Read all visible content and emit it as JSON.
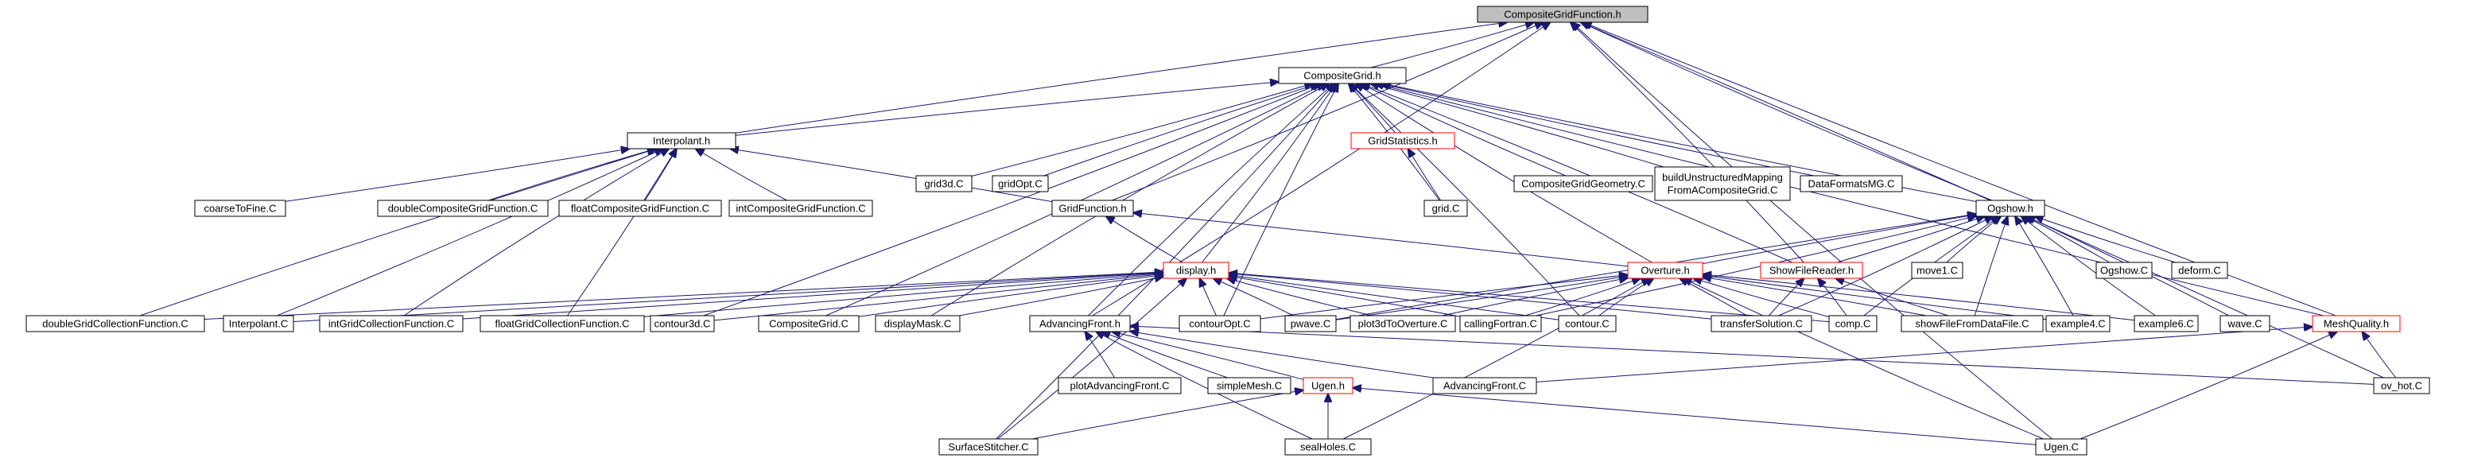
{
  "diagram": {
    "type": "include-dependency-graph",
    "colors": {
      "edge": "#191970",
      "root_fill": "#bfbfbf",
      "truncated_border": "#ff0000"
    },
    "nodes": [
      {
        "id": "cgf_h",
        "label": [
          "CompositeGridFunction.h"
        ],
        "style": "root"
      },
      {
        "id": "cg_h",
        "label": [
          "CompositeGrid.h"
        ]
      },
      {
        "id": "interp_h",
        "label": [
          "Interpolant.h"
        ]
      },
      {
        "id": "grid3d_c",
        "label": [
          "grid3d.C"
        ]
      },
      {
        "id": "gridopt_c",
        "label": [
          "gridOpt.C"
        ]
      },
      {
        "id": "gridstat_h",
        "label": [
          "GridStatistics.h"
        ],
        "style": "red"
      },
      {
        "id": "cggeom_c",
        "label": [
          "CompositeGridGeometry.C"
        ]
      },
      {
        "id": "buildunstr_c",
        "label": [
          "buildUnstructuredMapping",
          "FromACompositeGrid.C"
        ]
      },
      {
        "id": "dataformats_c",
        "label": [
          "DataFormatsMG.C"
        ]
      },
      {
        "id": "coarse_c",
        "label": [
          "coarseToFine.C"
        ]
      },
      {
        "id": "dcgf_c",
        "label": [
          "doubleCompositeGridFunction.C"
        ]
      },
      {
        "id": "fcgf_c",
        "label": [
          "floatCompositeGridFunction.C"
        ]
      },
      {
        "id": "icgf_c",
        "label": [
          "intCompositeGridFunction.C"
        ]
      },
      {
        "id": "gridfn_h",
        "label": [
          "GridFunction.h"
        ]
      },
      {
        "id": "grid_c",
        "label": [
          "grid.C"
        ]
      },
      {
        "id": "ogshow_h",
        "label": [
          "Ogshow.h"
        ]
      },
      {
        "id": "display_h",
        "label": [
          "display.h"
        ],
        "style": "red"
      },
      {
        "id": "overture_h",
        "label": [
          "Overture.h"
        ],
        "style": "red"
      },
      {
        "id": "showfile_h",
        "label": [
          "ShowFileReader.h"
        ],
        "style": "red"
      },
      {
        "id": "move1_c",
        "label": [
          "move1.C"
        ]
      },
      {
        "id": "ogshow_c",
        "label": [
          "Ogshow.C"
        ]
      },
      {
        "id": "deform_c",
        "label": [
          "deform.C"
        ]
      },
      {
        "id": "dgcf_c",
        "label": [
          "doubleGridCollectionFunction.C"
        ]
      },
      {
        "id": "interp_c",
        "label": [
          "Interpolant.C"
        ]
      },
      {
        "id": "igcf_c",
        "label": [
          "intGridCollectionFunction.C"
        ]
      },
      {
        "id": "fgcf_c",
        "label": [
          "floatGridCollectionFunction.C"
        ]
      },
      {
        "id": "contour3d_c",
        "label": [
          "contour3d.C"
        ]
      },
      {
        "id": "cg_c",
        "label": [
          "CompositeGrid.C"
        ]
      },
      {
        "id": "dispmask_c",
        "label": [
          "displayMask.C"
        ]
      },
      {
        "id": "af_h",
        "label": [
          "AdvancingFront.h"
        ]
      },
      {
        "id": "contouropt_c",
        "label": [
          "contourOpt.C"
        ]
      },
      {
        "id": "pwave_c",
        "label": [
          "pwave.C"
        ]
      },
      {
        "id": "plot3d_c",
        "label": [
          "plot3dToOverture.C"
        ]
      },
      {
        "id": "callingf_c",
        "label": [
          "callingFortran.C"
        ]
      },
      {
        "id": "contour_c",
        "label": [
          "contour.C"
        ]
      },
      {
        "id": "transfer_c",
        "label": [
          "transferSolution.C"
        ]
      },
      {
        "id": "comp_c",
        "label": [
          "comp.C"
        ]
      },
      {
        "id": "showfromdata_c",
        "label": [
          "showFileFromDataFile.C"
        ]
      },
      {
        "id": "ex4_c",
        "label": [
          "example4.C"
        ]
      },
      {
        "id": "ex6_c",
        "label": [
          "example6.C"
        ]
      },
      {
        "id": "wave_c",
        "label": [
          "wave.C"
        ]
      },
      {
        "id": "meshq_h",
        "label": [
          "MeshQuality.h"
        ],
        "style": "red"
      },
      {
        "id": "plotaf_c",
        "label": [
          "plotAdvancingFront.C"
        ]
      },
      {
        "id": "simplemesh_c",
        "label": [
          "simpleMesh.C"
        ]
      },
      {
        "id": "ugen_h",
        "label": [
          "Ugen.h"
        ],
        "style": "red"
      },
      {
        "id": "af_c",
        "label": [
          "AdvancingFront.C"
        ]
      },
      {
        "id": "ovhot_c",
        "label": [
          "ov_hot.C"
        ]
      },
      {
        "id": "surfstitch_c",
        "label": [
          "SurfaceStitcher.C"
        ]
      },
      {
        "id": "sealholes_c",
        "label": [
          "sealHoles.C"
        ]
      },
      {
        "id": "ugen_c",
        "label": [
          "Ugen.C"
        ]
      }
    ],
    "edges": [
      [
        "cg_h",
        "cgf_h"
      ],
      [
        "interp_h",
        "cgf_h"
      ],
      [
        "gridfn_h",
        "cgf_h"
      ],
      [
        "ogshow_h",
        "cgf_h"
      ],
      [
        "af_h",
        "cgf_h"
      ],
      [
        "meshq_h",
        "cgf_h"
      ],
      [
        "ovhot_c",
        "cgf_h"
      ],
      [
        "ugen_c",
        "cgf_h"
      ],
      [
        "showfile_h",
        "cgf_h"
      ],
      [
        "interp_h",
        "cg_h"
      ],
      [
        "grid3d_c",
        "cg_h"
      ],
      [
        "gridopt_c",
        "cg_h"
      ],
      [
        "gridstat_h",
        "cg_h"
      ],
      [
        "cggeom_c",
        "cg_h"
      ],
      [
        "buildunstr_c",
        "cg_h"
      ],
      [
        "dataformats_c",
        "cg_h"
      ],
      [
        "grid_c",
        "cg_h"
      ],
      [
        "ogshow_h",
        "cg_h"
      ],
      [
        "display_h",
        "cg_h"
      ],
      [
        "overture_h",
        "cg_h"
      ],
      [
        "showfile_h",
        "cg_h"
      ],
      [
        "meshq_h",
        "cg_h"
      ],
      [
        "contour_c",
        "cg_h"
      ],
      [
        "contouropt_c",
        "cg_h"
      ],
      [
        "contour3d_c",
        "cg_h"
      ],
      [
        "dispmask_c",
        "cg_h"
      ],
      [
        "cg_c",
        "cg_h"
      ],
      [
        "af_h",
        "cg_h"
      ],
      [
        "surfstitch_c",
        "cg_h"
      ],
      [
        "grid_c",
        "gridstat_h"
      ],
      [
        "coarse_c",
        "interp_h"
      ],
      [
        "dcgf_c",
        "interp_h"
      ],
      [
        "fcgf_c",
        "interp_h"
      ],
      [
        "icgf_c",
        "interp_h"
      ],
      [
        "gridfn_h",
        "interp_h"
      ],
      [
        "dgcf_c",
        "interp_h"
      ],
      [
        "interp_c",
        "interp_h"
      ],
      [
        "igcf_c",
        "interp_h"
      ],
      [
        "fgcf_c",
        "interp_h"
      ],
      [
        "display_h",
        "gridfn_h"
      ],
      [
        "overture_h",
        "gridfn_h"
      ],
      [
        "overture_h",
        "ogshow_h"
      ],
      [
        "showfile_h",
        "ogshow_h"
      ],
      [
        "move1_c",
        "ogshow_h"
      ],
      [
        "ogshow_c",
        "ogshow_h"
      ],
      [
        "deform_c",
        "ogshow_h"
      ],
      [
        "ex4_c",
        "ogshow_h"
      ],
      [
        "ex6_c",
        "ogshow_h"
      ],
      [
        "wave_c",
        "ogshow_h"
      ],
      [
        "comp_c",
        "ogshow_h"
      ],
      [
        "transfer_c",
        "ogshow_h"
      ],
      [
        "showfromdata_c",
        "ogshow_h"
      ],
      [
        "callingf_c",
        "ogshow_h"
      ],
      [
        "pwave_c",
        "ogshow_h"
      ],
      [
        "dgcf_c",
        "display_h"
      ],
      [
        "interp_c",
        "display_h"
      ],
      [
        "igcf_c",
        "display_h"
      ],
      [
        "fgcf_c",
        "display_h"
      ],
      [
        "contour3d_c",
        "display_h"
      ],
      [
        "cg_c",
        "display_h"
      ],
      [
        "dispmask_c",
        "display_h"
      ],
      [
        "contouropt_c",
        "display_h"
      ],
      [
        "pwave_c",
        "display_h"
      ],
      [
        "plot3d_c",
        "display_h"
      ],
      [
        "callingf_c",
        "display_h"
      ],
      [
        "contour_c",
        "display_h"
      ],
      [
        "transfer_c",
        "display_h"
      ],
      [
        "comp_c",
        "display_h"
      ],
      [
        "surfstitch_c",
        "display_h"
      ],
      [
        "contouropt_c",
        "overture_h"
      ],
      [
        "pwave_c",
        "overture_h"
      ],
      [
        "plot3d_c",
        "overture_h"
      ],
      [
        "callingf_c",
        "overture_h"
      ],
      [
        "contour_c",
        "overture_h"
      ],
      [
        "transfer_c",
        "overture_h"
      ],
      [
        "comp_c",
        "overture_h"
      ],
      [
        "showfromdata_c",
        "overture_h"
      ],
      [
        "ex4_c",
        "overture_h"
      ],
      [
        "ex6_c",
        "overture_h"
      ],
      [
        "ugen_c",
        "overture_h"
      ],
      [
        "sealholes_c",
        "overture_h"
      ],
      [
        "transfer_c",
        "showfile_h"
      ],
      [
        "comp_c",
        "showfile_h"
      ],
      [
        "showfromdata_c",
        "showfile_h"
      ],
      [
        "plotaf_c",
        "af_h"
      ],
      [
        "simplemesh_c",
        "af_h"
      ],
      [
        "ugen_h",
        "af_h"
      ],
      [
        "af_c",
        "af_h"
      ],
      [
        "ovhot_c",
        "af_h"
      ],
      [
        "sealholes_c",
        "af_h"
      ],
      [
        "af_c",
        "meshq_h"
      ],
      [
        "ovhot_c",
        "meshq_h"
      ],
      [
        "ugen_c",
        "meshq_h"
      ],
      [
        "surfstitch_c",
        "ugen_h"
      ],
      [
        "sealholes_c",
        "ugen_h"
      ],
      [
        "ugen_c",
        "ugen_h"
      ]
    ]
  }
}
